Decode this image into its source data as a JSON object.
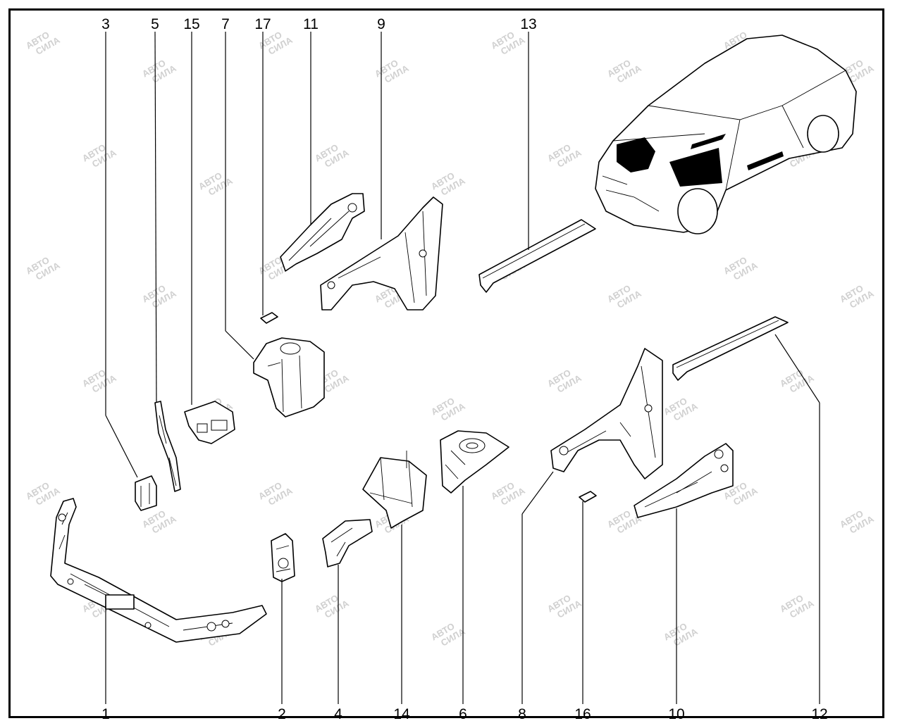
{
  "watermark_text": "АВТО СИЛА",
  "callouts": {
    "c1": "1",
    "c2": "2",
    "c3": "3",
    "c4": "4",
    "c5": "5",
    "c6": "6",
    "c7": "7",
    "c8": "8",
    "c9": "9",
    "c10": "10",
    "c11": "11",
    "c12": "12",
    "c13": "13",
    "c14": "14",
    "c15": "15",
    "c16": "16",
    "c17": "17"
  },
  "colors": {
    "line": "#000000",
    "watermark": "#d0d0d0",
    "background": "#ffffff"
  }
}
